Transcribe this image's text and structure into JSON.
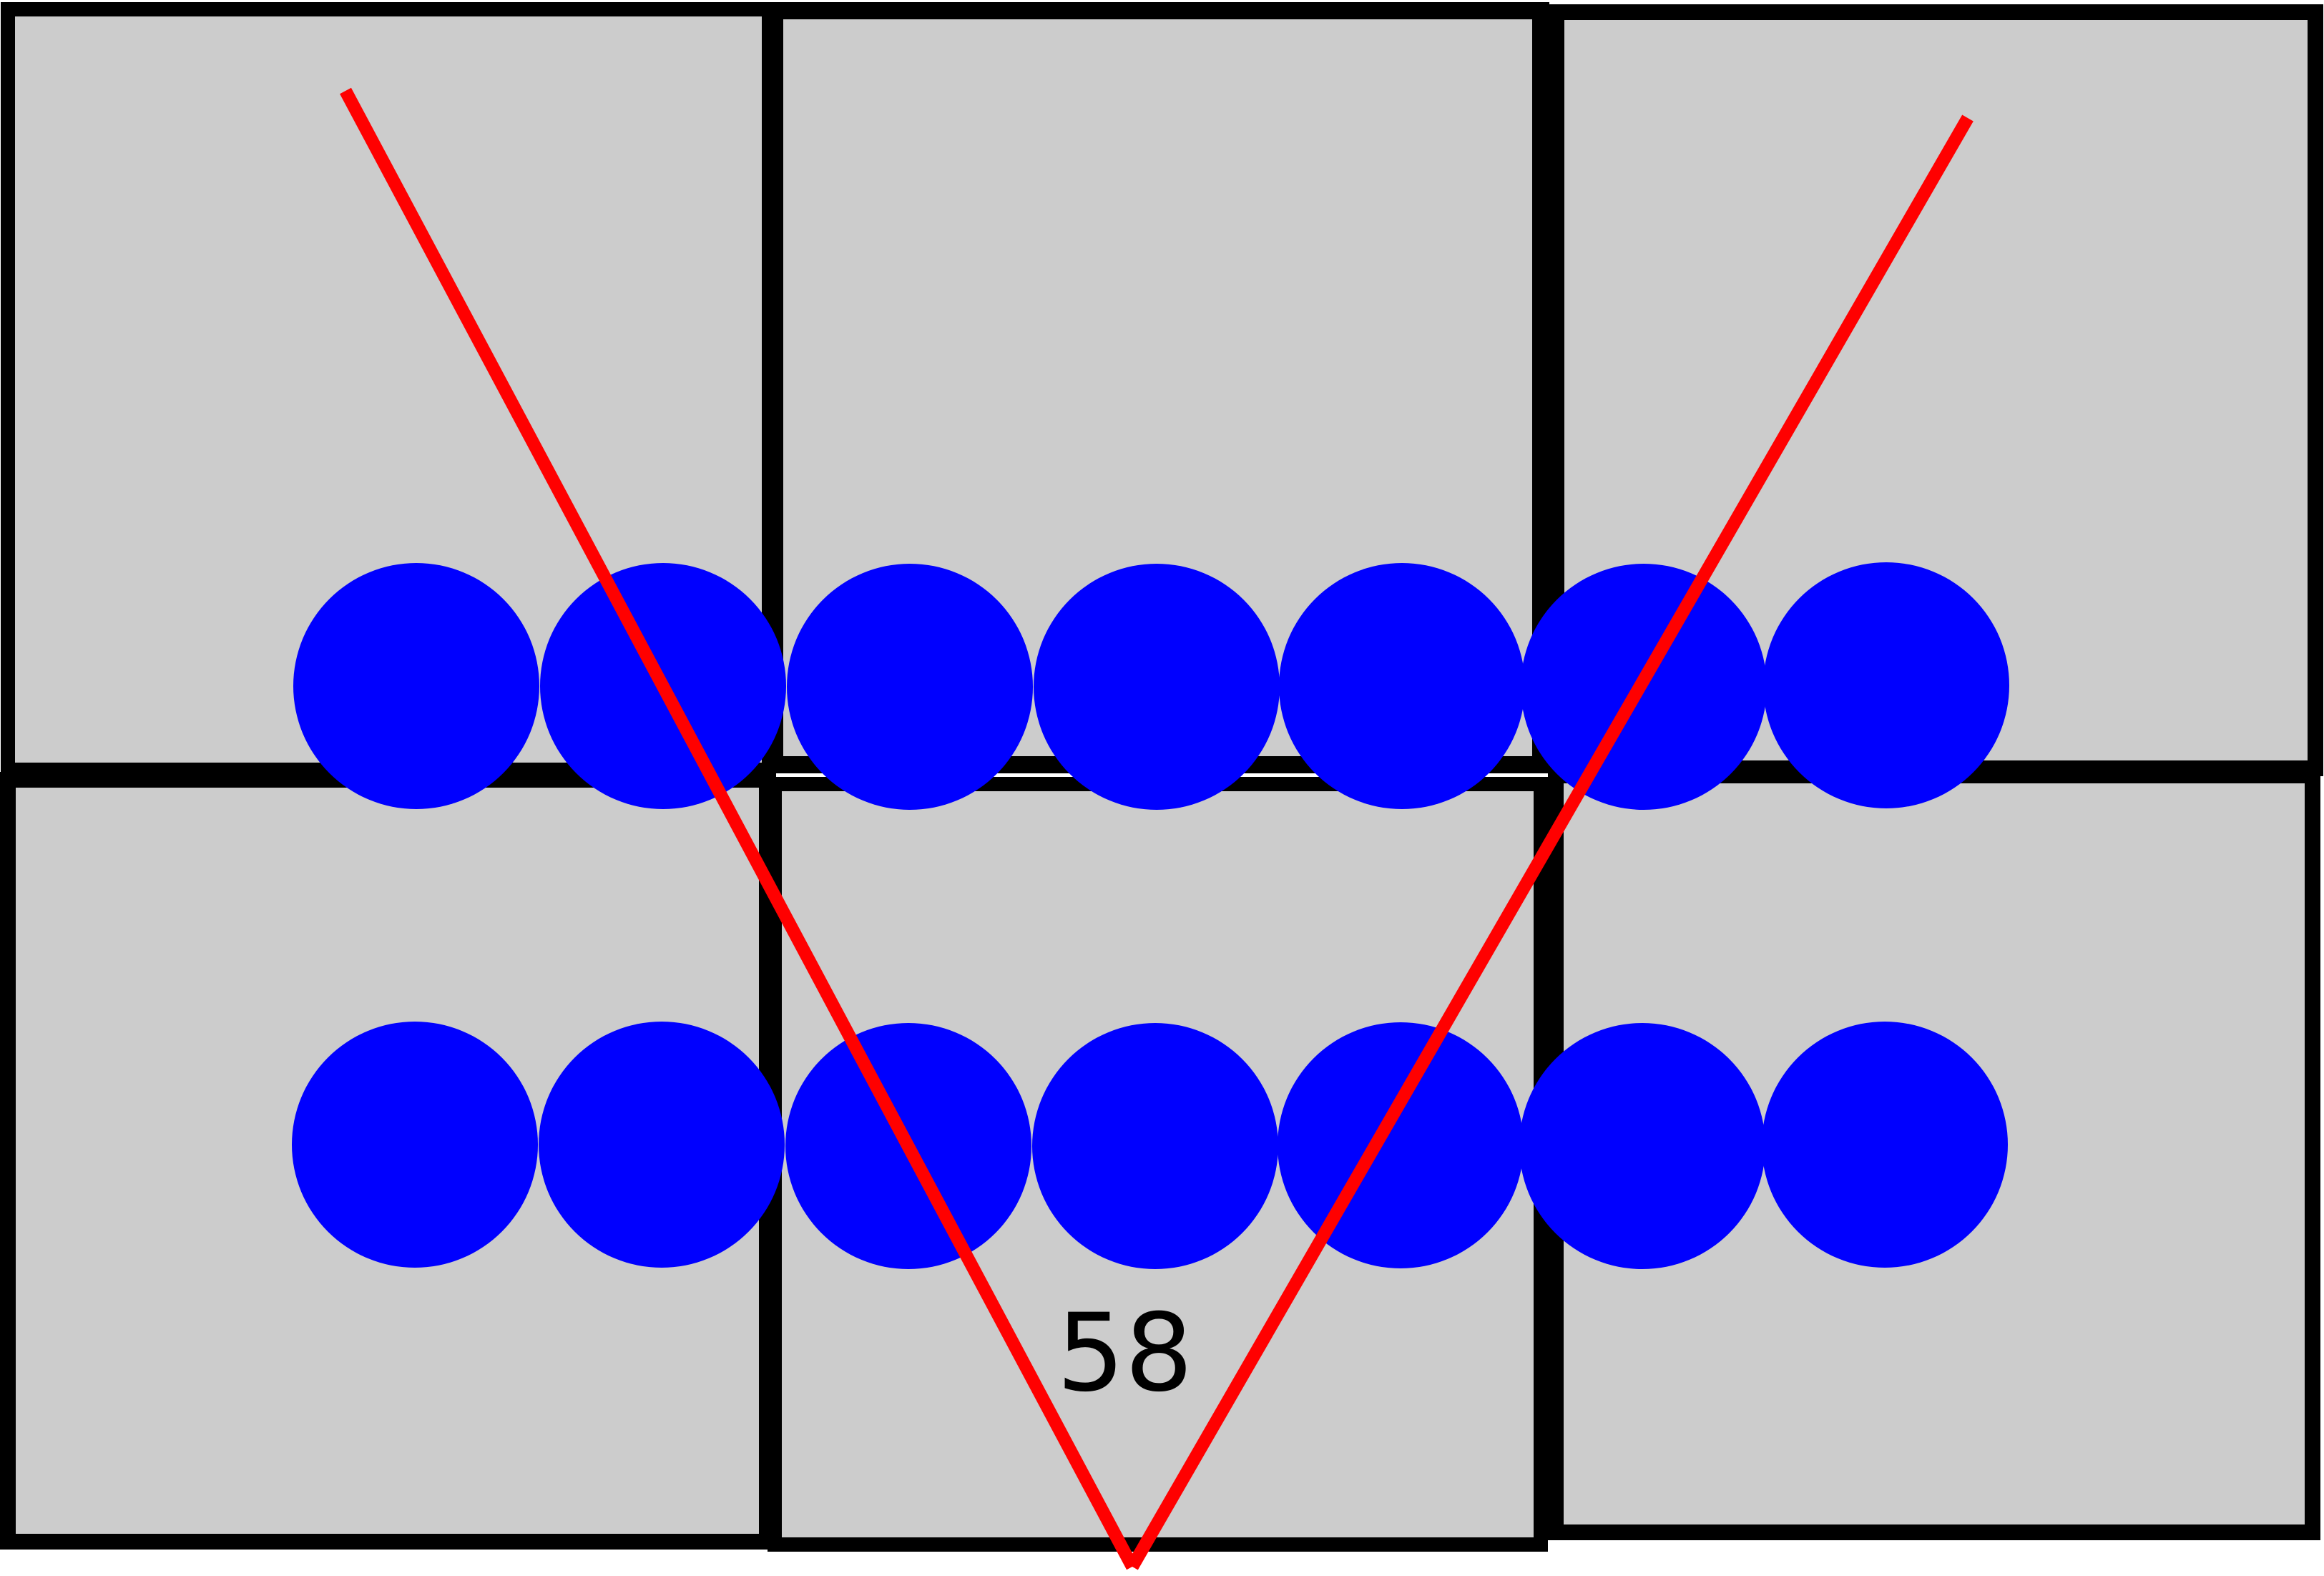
{
  "colors": {
    "tile_fill": "#cccccc",
    "tile_border": "#000000",
    "dot_fill": "#0000ff",
    "ray_stroke": "#ff0000",
    "label_color": "#000000"
  },
  "grid": {
    "rows": 2,
    "cols": 3
  },
  "dots": {
    "rows": 2,
    "per_row": 7
  },
  "angle_label": "58"
}
